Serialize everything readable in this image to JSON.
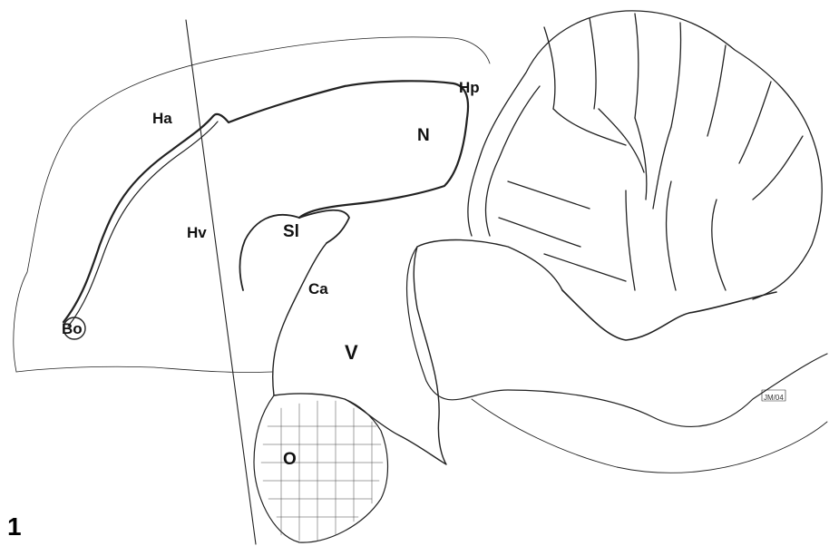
{
  "figure_number": "1",
  "labels": {
    "ha": "Ha",
    "hp": "Hp",
    "n": "N",
    "hv": "Hv",
    "sl": "Sl",
    "ca": "Ca",
    "v": "V",
    "bo": "Bo",
    "o": "O"
  },
  "signature": "JM/04",
  "colors": {
    "ink": "#111111",
    "paper": "#ffffff"
  }
}
